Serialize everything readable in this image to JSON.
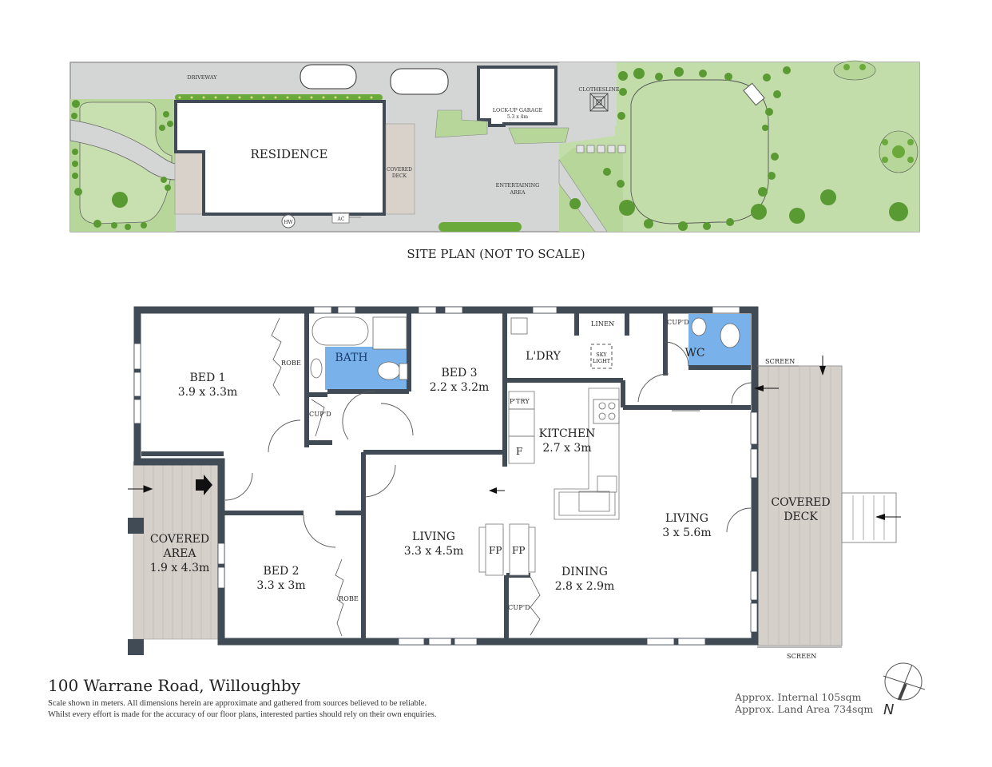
{
  "site_plan": {
    "caption": "SITE PLAN (NOT TO SCALE)",
    "labels": {
      "driveway": "DRIVEWAY",
      "residence": "RESIDENCE",
      "covered_deck_line1": "COVERED",
      "covered_deck_line2": "DECK",
      "garage_line1": "LOCK-UP GARAGE",
      "garage_line2": "5.3 x 4m",
      "entertaining_line1": "ENTERTAINING",
      "entertaining_line2": "AREA",
      "clothesline": "CLOTHESLINE",
      "hw": "HW",
      "ac": "AC"
    },
    "colors": {
      "paving": "#d4d6d5",
      "lawn": "#c2dcaa",
      "shrub": "#5a9a32",
      "shrub_light": "#d8dc8a",
      "wall": "#414b55",
      "decking": "#d8d2cb"
    }
  },
  "floor_plan": {
    "rooms": [
      {
        "id": "bed1",
        "name": "BED 1",
        "size": "3.9 x 3.3m"
      },
      {
        "id": "bath",
        "name": "BATH",
        "size": ""
      },
      {
        "id": "bed3",
        "name": "BED 3",
        "size": "2.2  x 3.2m"
      },
      {
        "id": "laundry",
        "name": "L'DRY",
        "size": ""
      },
      {
        "id": "wc",
        "name": "WC",
        "size": ""
      },
      {
        "id": "kitchen",
        "name": "KITCHEN",
        "size": "2.7 x 3m"
      },
      {
        "id": "covered_area",
        "name": "COVERED\nAREA",
        "name_line1": "COVERED",
        "name_line2": "AREA",
        "size": "1.9 x 4.3m"
      },
      {
        "id": "bed2",
        "name": "BED 2",
        "size": "3.3 x 3m"
      },
      {
        "id": "living_mid",
        "name": "LIVING",
        "size": "3.3 x 4.5m"
      },
      {
        "id": "dining",
        "name": "DINING",
        "size": "2.8 x 2.9m"
      },
      {
        "id": "living_east",
        "name": "LIVING",
        "size": "3 x 5.6m"
      },
      {
        "id": "covered_deck",
        "name_line1": "COVERED",
        "name_line2": "DECK",
        "size": ""
      }
    ],
    "fixtures": {
      "robe": "ROBE",
      "cupd": "CUP'D",
      "linen": "LINEN",
      "skylight_line1": "SKY",
      "skylight_line2": "LIGHT",
      "pantry": "P'TRY",
      "fridge": "F",
      "fireplace": "FP",
      "screen": "SCREEN"
    },
    "colors": {
      "wall": "#414b55",
      "wet_area": "#79b2ea",
      "decking": "#d6d0ca",
      "fixture_line": "#777777"
    }
  },
  "footer": {
    "address": "100 Warrane Road, Willoughby",
    "disclaimer_line1": "Scale shown in meters.  All dimensions herein are approximate and gathered from sources believed to be  reliable.",
    "disclaimer_line2": "Whilst every effort is made for the accuracy of our floor plans, interested parties should rely on their own enquiries.",
    "internal_area": "Approx. Internal 105sqm",
    "land_area": "Approx. Land Area 734sqm",
    "north_label": "N"
  }
}
